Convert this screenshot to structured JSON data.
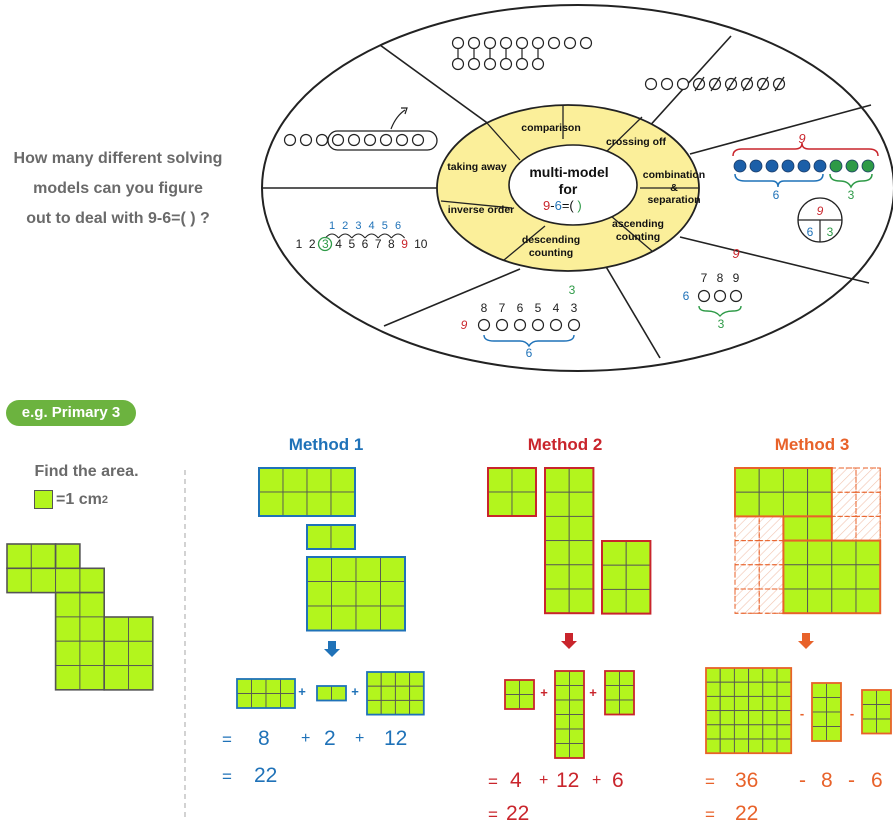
{
  "question": {
    "line1": "How many different solving",
    "line2": "models can you figure",
    "line3": "out to deal with 9-6=( ) ?"
  },
  "wheel": {
    "center_title_1": "multi-model",
    "center_title_2": "for",
    "center_eq": {
      "a": "9",
      "op": "-",
      "b": "6",
      "eq": "=(",
      "blank": "   ",
      "close": ")"
    },
    "ring_labels": {
      "comparison": "comparison",
      "crossing_off": "crossing off",
      "combination_1": "combination",
      "combination_2": "&",
      "combination_3": "separation",
      "ascending_1": "ascending",
      "ascending_2": "counting",
      "descending_1": "descending",
      "descending_2": "counting",
      "inverse": "inverse order",
      "taking_away": "taking away"
    },
    "combo": {
      "total": "9",
      "left": "6",
      "right": "3",
      "pie_top": "9",
      "pie_left": "6",
      "pie_right": "3"
    },
    "ascending": {
      "top": "9",
      "n1": "7",
      "n2": "8",
      "n3": "9",
      "left": "6",
      "under": "3"
    },
    "descending": {
      "top_right": "3",
      "nums": [
        "8",
        "7",
        "6",
        "5",
        "4",
        "3"
      ],
      "left": "9",
      "under": "6"
    },
    "numberline": {
      "nums": [
        "1",
        "2",
        "3",
        "4",
        "5",
        "6",
        "7",
        "8",
        "9",
        "10"
      ],
      "arcs": [
        "6",
        "5",
        "4",
        "3",
        "2",
        "1"
      ]
    }
  },
  "example": {
    "tag": "e.g. Primary 3",
    "prompt": "Find the area.",
    "unit_label": "=1 cm",
    "unit_sup": "2"
  },
  "methods": [
    {
      "title": "Method 1",
      "color": "#1f72b8",
      "line1": {
        "eq": "=",
        "a": "8",
        "op1": "+",
        "b": "2",
        "op2": "+",
        "c": "12"
      },
      "line2": {
        "eq": "=",
        "result": "22"
      }
    },
    {
      "title": "Method 2",
      "color": "#c9252c",
      "line1": {
        "eq": "=",
        "a": "4",
        "op1": "+",
        "b": "12",
        "op2": "+",
        "c": "6"
      },
      "line2": {
        "eq": "=",
        "result": "22"
      }
    },
    {
      "title": "Method 3",
      "color": "#e8622a",
      "line1": {
        "eq": "=",
        "a": "36",
        "op1": "-",
        "b": "8",
        "op2": "-",
        "c": "6"
      },
      "line2": {
        "eq": "=",
        "result": "22"
      }
    }
  ],
  "colors": {
    "tile": "#b3f51d",
    "ring": "#fbef9a",
    "green": "#2e9a47",
    "blue": "#1f72b8",
    "red": "#c9252c",
    "orange": "#e8622a",
    "dark_blue_bead": "#1c5fa8",
    "tag": "#6cb33f"
  }
}
